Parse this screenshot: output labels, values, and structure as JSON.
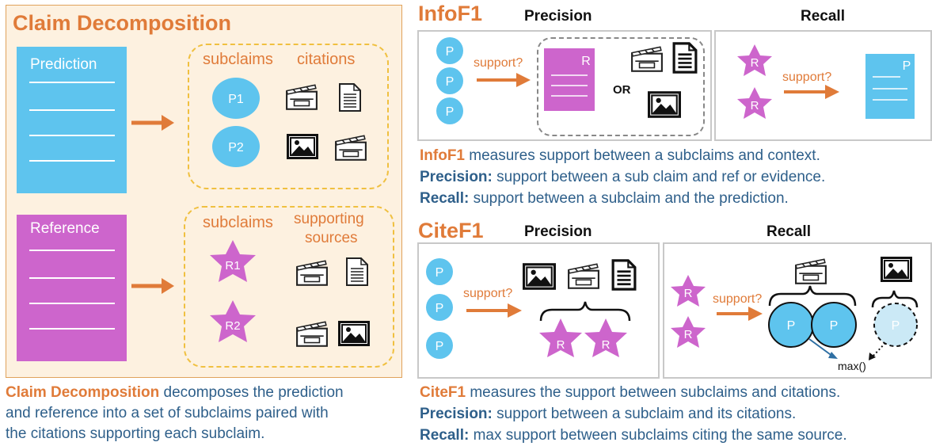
{
  "claim_decomposition": {
    "title": "Claim Decomposition",
    "prediction_label": "Prediction",
    "reference_label": "Reference",
    "pred_subclaims_header": "subclaims",
    "pred_citations_header": "citations",
    "ref_subclaims_header": "subclaims",
    "ref_sources_header_1": "supporting",
    "ref_sources_header_2": "sources",
    "p1": "P1",
    "p2": "P2",
    "r1": "R1",
    "r2": "R2",
    "caption_bold": "Claim Decomposition",
    "caption_rest_1": " decomposes the prediction",
    "caption_line_2": "and reference into a set of subclaims paired with",
    "caption_line_3": "the citations supporting each subclaim."
  },
  "infof1": {
    "title": "InfoF1",
    "precision_header": "Precision",
    "recall_header": "Recall",
    "p_letter": "P",
    "r_letter": "R",
    "support_label": "support?",
    "or_label": "OR",
    "caption_1_bold": "InfoF1",
    "caption_1_rest": " measures support between a subclaims and context.",
    "caption_2_bold": "Precision:",
    "caption_2_rest": " support between a sub claim and ref or evidence.",
    "caption_3_bold": "Recall:",
    "caption_3_rest": " support between a subclaim and the prediction."
  },
  "citef1": {
    "title": "CiteF1",
    "precision_header": "Precision",
    "recall_header": "Recall",
    "p_letter": "P",
    "r_letter": "R",
    "support_label": "support?",
    "max_label": "max()",
    "caption_1_bold": "CiteF1",
    "caption_1_rest": " measures the support between subclaims and citations.",
    "caption_2_bold": "Precision:",
    "caption_2_rest": " support between a subclaim and its citations.",
    "caption_3_bold": "Recall:",
    "caption_3_rest": " max support between subclaims citing the same source."
  },
  "colors": {
    "orange": "#e07b39",
    "blue_doc": "#5ec4ee",
    "purple_doc": "#cd65cc",
    "circle_blue": "#5ec4ee",
    "panel_bg": "#fdf1e0",
    "caption_blue": "#2e5f8a"
  },
  "icons": [
    "video-clip-icon",
    "text-document-icon",
    "image-icon"
  ]
}
